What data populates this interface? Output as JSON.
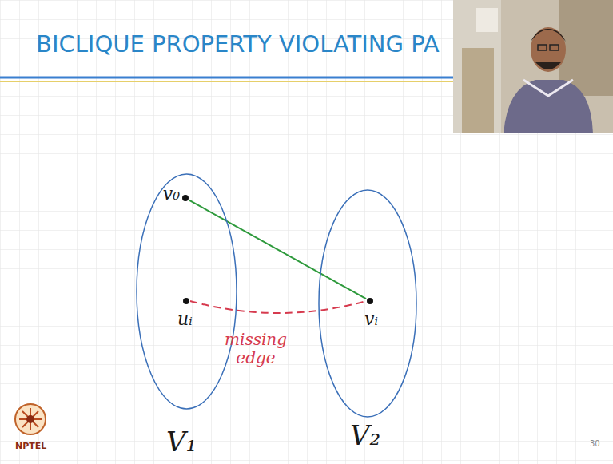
{
  "diagram": {
    "title": "BICLIQUE PROPERTY VIOLATING PA",
    "nodes": [
      {
        "text": [
          "V₁"
        ]
      },
      {
        "text": [
          "v₀"
        ],
        "in": 0
      },
      {
        "text": [
          "uᵢ"
        ],
        "in": 0
      },
      {
        "text": [
          "V₂"
        ]
      },
      {
        "text": [
          "vᵢ"
        ],
        "in": 3
      }
    ],
    "edges": [
      {
        "from": 1,
        "to": 4,
        "arrow": "none"
      },
      {
        "from": 2,
        "to": 4,
        "arrow": "none",
        "label": "missing edge"
      }
    ],
    "labels": [
      "NPTEL",
      "30"
    ]
  }
}
